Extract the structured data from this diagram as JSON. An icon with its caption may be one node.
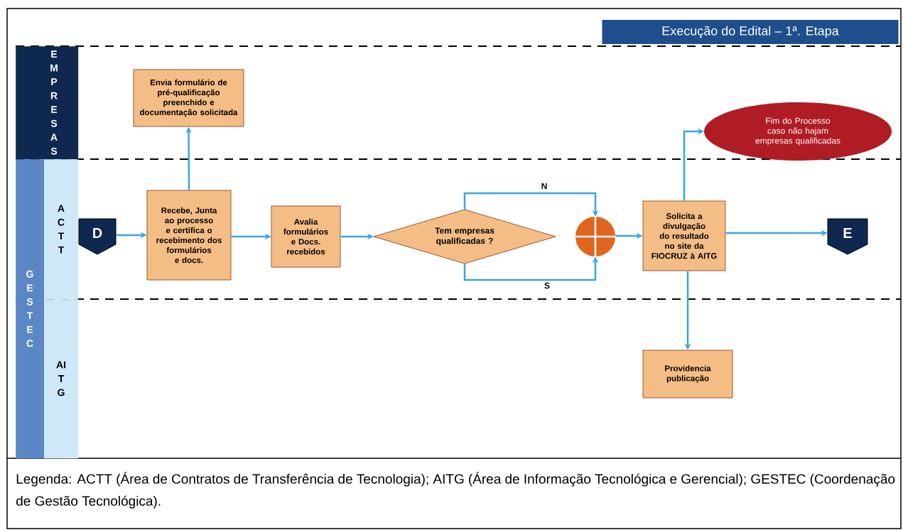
{
  "diagram": {
    "title": "Execução do Edital – 1ª. Etapa",
    "nodes": [
      {
        "text": [
          "EMPRESAS"
        ]
      },
      {
        "text": [
          "GESTEC"
        ]
      },
      {
        "text": [
          "ACTT"
        ]
      },
      {
        "text": [
          "AITG"
        ]
      },
      {
        "text": [
          "D"
        ]
      },
      {
        "text": [
          "Recebe, Junta ao processo e certifica o recebimento dos formulários e docs."
        ]
      },
      {
        "text": [
          "Envia formulário de pré-qualificação preenchido e documentação solicitada"
        ]
      },
      {
        "text": [
          "Avalia formulários e Docs. recebidos"
        ]
      },
      {
        "text": [
          "Tem empresas qualificadas ?"
        ]
      },
      {
        "text": [],
        "shape": "circle"
      },
      {
        "text": [
          "Solicita a divulgação do resultado no site da FIOCRUZ à AITG"
        ]
      },
      {
        "text": [
          "Fim do Processo caso não hajam empresas qualificadas"
        ]
      },
      {
        "text": [
          "E"
        ]
      },
      {
        "text": [
          "Providencia publicação"
        ]
      }
    ],
    "edges": [
      {
        "from": 4,
        "to": 5,
        "arrow": "to"
      },
      {
        "from": 5,
        "to": 6,
        "arrow": "to"
      },
      {
        "from": 5,
        "to": 7,
        "arrow": "to"
      },
      {
        "from": 7,
        "to": 8,
        "arrow": "to"
      },
      {
        "from": 8,
        "to": 9,
        "arrow": "to",
        "label": "N"
      },
      {
        "from": 8,
        "to": 9,
        "arrow": "to",
        "label": "S"
      },
      {
        "from": 9,
        "to": 10,
        "arrow": "to"
      },
      {
        "from": 10,
        "to": 11,
        "arrow": "to"
      },
      {
        "from": 10,
        "to": 12,
        "arrow": "to"
      },
      {
        "from": 10,
        "to": 13,
        "arrow": "to"
      }
    ],
    "caption": "Legenda: ACTT (Área de Contratos de Transferência de Tecnologia); AITG (Área de Informação Tecnológica e Gerencial); GESTEC (Coordenação de Gestão Tecnológica)."
  }
}
